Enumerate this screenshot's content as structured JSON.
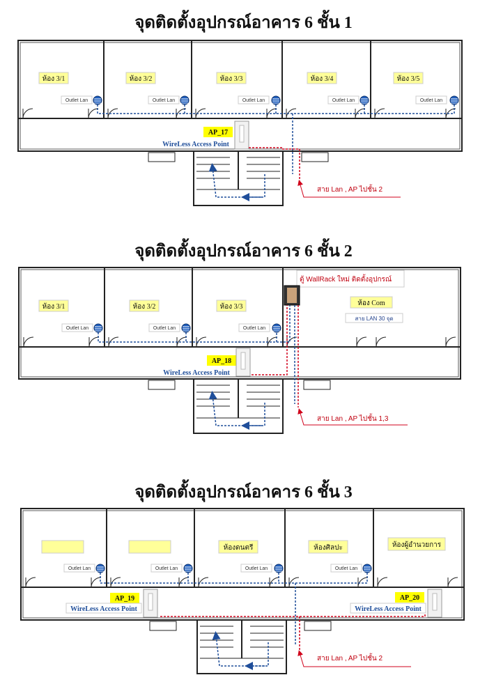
{
  "floors": [
    {
      "title": "จุดติดตั้งอุปกรณ์อาคาร 6 ชั้น 1",
      "rooms": [
        "ห้อง 3/1",
        "ห้อง 3/2",
        "ห้อง 3/3",
        "ห้อง 3/4",
        "ห้อง 3/5"
      ],
      "outlet_label": "Outlet Lan",
      "aps": [
        {
          "label": "AP_17",
          "caption": "WireLess Access Point"
        }
      ],
      "note": "สาย Lan , AP ไปชั้น 2"
    },
    {
      "title": "จุดติดตั้งอุปกรณ์อาคาร 6 ชั้น 2",
      "rooms": [
        "ห้อง 3/1",
        "ห้อง 3/2",
        "ห้อง 3/3",
        "ห้อง Com"
      ],
      "outlet_label": "Outlet Lan",
      "aps": [
        {
          "label": "AP_18",
          "caption": "WireLess Access Point"
        }
      ],
      "note": "สาย Lan , AP ไปชั้น 1,3",
      "rack_note": "ตู้ WallRack ใหม่ ติดตั้งอุปกรณ์",
      "com_note": "สาย LAN 30 จุด"
    },
    {
      "title": "จุดติดตั้งอุปกรณ์อาคาร 6 ชั้น 3",
      "rooms": [
        "",
        "",
        "ห้องดนตรี",
        "ห้องศิลปะ",
        "ห้องผู้อำนวยการ"
      ],
      "outlet_label": "Outlet Lan",
      "aps": [
        {
          "label": "AP_19",
          "caption": "WireLess Access Point"
        },
        {
          "label": "AP_20",
          "caption": "WireLess Access Point"
        }
      ],
      "note": "สาย Lan , AP ไปชั้น 2"
    }
  ],
  "colors": {
    "label_bg": "#ffff99",
    "ap_bg": "#ffff00",
    "red": "#d0021b",
    "blue": "#1f4e9a",
    "outlet": "#1f5fbf"
  }
}
